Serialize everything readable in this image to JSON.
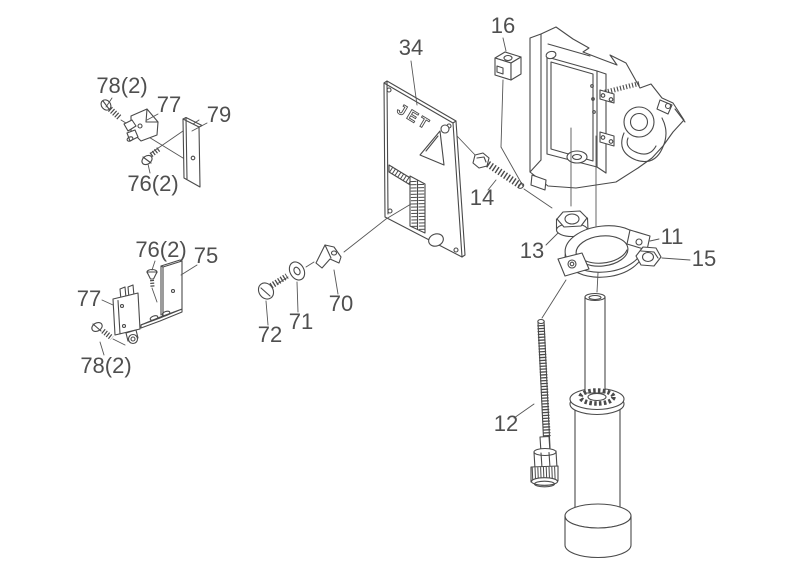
{
  "page": {
    "background": "#ffffff",
    "line_color": "#4a4a4a",
    "label_color": "#4f4f4f"
  },
  "diagram": {
    "type": "exploded-parts-diagram",
    "panel_logo": "JET",
    "callouts": {
      "c78_top": "78(2)",
      "c77_top": "77",
      "c79": "79",
      "c76_top": "76(2)",
      "c76_mid": "76(2)",
      "c75": "75",
      "c77_mid": "77",
      "c78_mid": "78(2)",
      "c34": "34",
      "c16": "16",
      "c14": "14",
      "c13": "13",
      "c11": "11",
      "c15": "15",
      "c70": "70",
      "c71": "71",
      "c72": "72",
      "c12": "12"
    }
  }
}
